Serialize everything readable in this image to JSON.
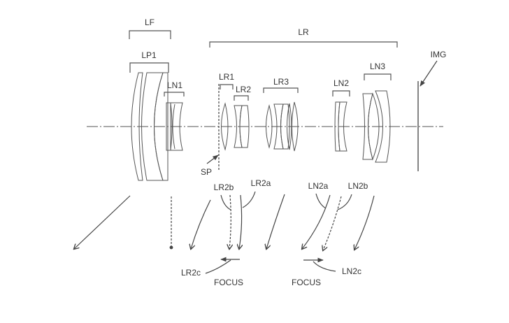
{
  "figure": {
    "type": "optical lens cross-section (patent drawing)",
    "colors": {
      "line": "#555555",
      "text": "#333333",
      "background": "#ffffff"
    }
  },
  "labels": {
    "LF": "LF",
    "LR": "LR",
    "LP1": "LP1",
    "LN1": "LN1",
    "LR1": "LR1",
    "LR2": "LR2",
    "LR3": "LR3",
    "LN2": "LN2",
    "LN3": "LN3",
    "IMG": "IMG",
    "SP": "SP",
    "LR2a": "LR2a",
    "LR2b": "LR2b",
    "LR2c": "LR2c",
    "LN2a": "LN2a",
    "LN2b": "LN2b",
    "LN2c": "LN2c",
    "focus_left": "FOCUS",
    "focus_right": "FOCUS"
  },
  "lens_groups": [
    {
      "id": "LF",
      "members": [
        "LP1",
        "LN1"
      ]
    },
    {
      "id": "LR",
      "members": [
        "LR1",
        "LR2",
        "LR3",
        "LN2",
        "LN3"
      ]
    }
  ],
  "movement": {
    "LP1": "moves toward object side during zoom",
    "LN1": "fixed",
    "LR2": "focus group (LR2a solid / LR2b dashed), moves toward object side on focus",
    "LN2": "focus group (LN2a solid / LN2b dashed), moves toward image side on focus"
  }
}
